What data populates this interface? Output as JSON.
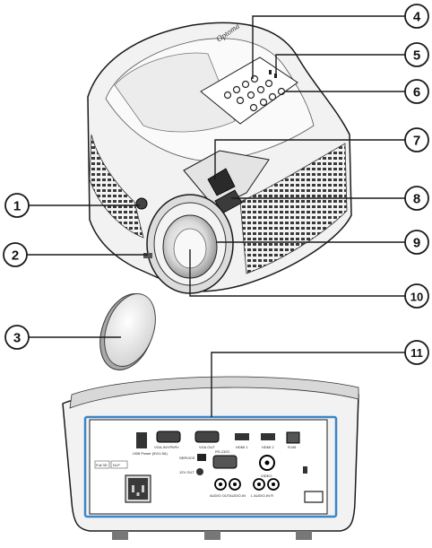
{
  "callouts": [
    "1",
    "2",
    "3",
    "4",
    "5",
    "6",
    "7",
    "8",
    "9",
    "10",
    "11"
  ],
  "brand_logo": "Optoma",
  "rear_panel": {
    "badges": [
      "Full 3D",
      "DLP"
    ],
    "usb_label": "USB Power (5V/1.5A)",
    "ports": {
      "vga_in": "VGA-IN/YPbPr/",
      "vga_out": "VGA OUT",
      "hdmi1": "HDMI 1",
      "hdmi2": "HDMI 2",
      "rj45": "RJ45",
      "service": "SERVICE",
      "out_12v": "12V OUT",
      "rs232": "RS-232C",
      "video": "VIDEO",
      "audio_out": "AUDIO OUT",
      "audio_in": "AUDIO-IN",
      "audio_in_lr": "L AUDIO-IN R"
    }
  },
  "colors": {
    "line": "#1a1a1a",
    "accent": "#3a86c8",
    "body": "#f2f2f2"
  }
}
